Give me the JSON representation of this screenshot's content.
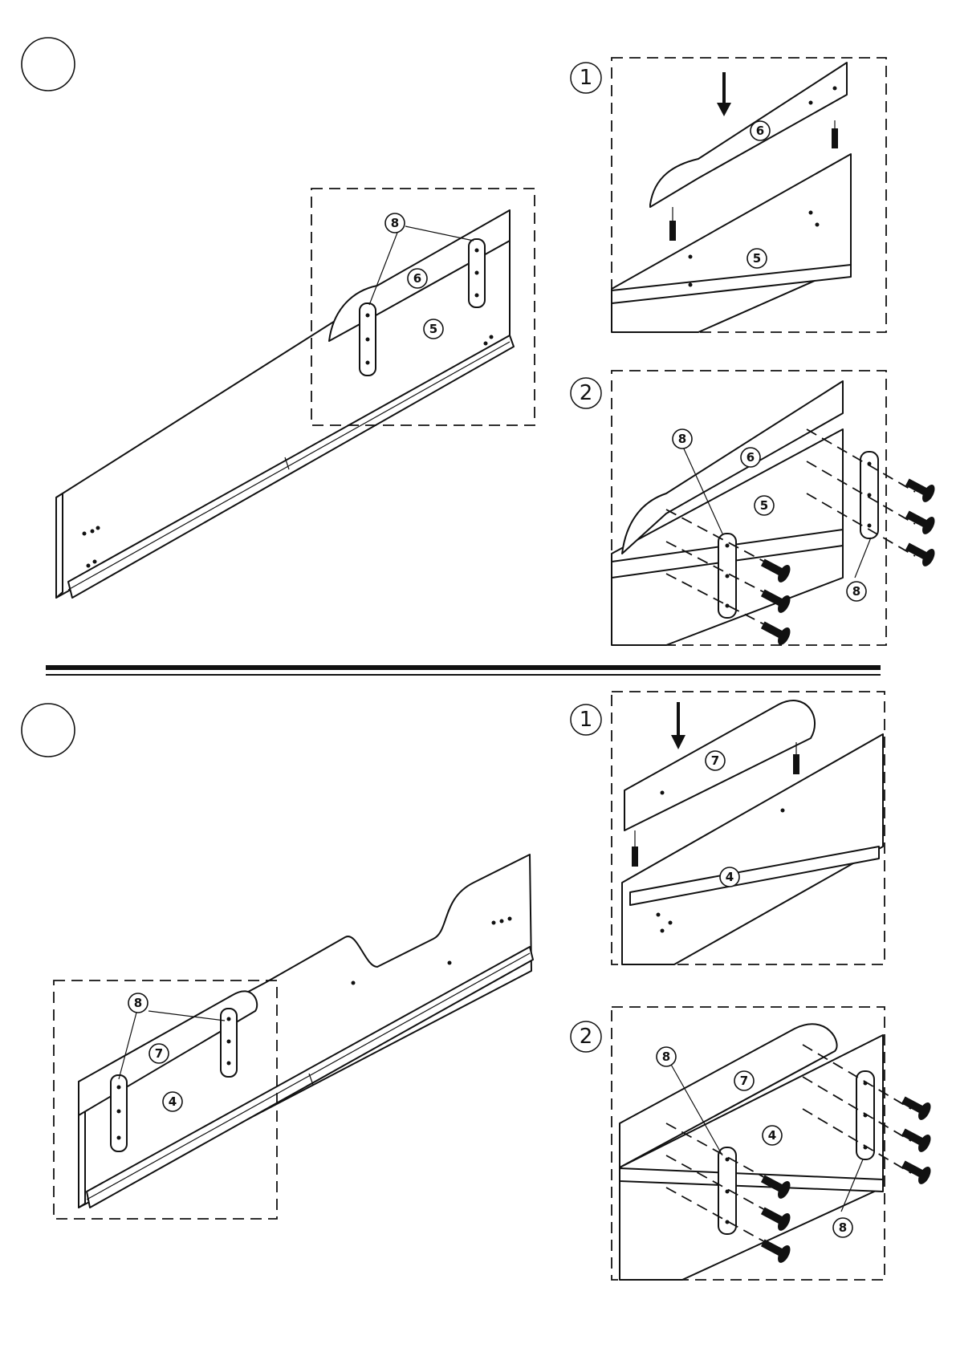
{
  "step_a": {
    "inset_1": "1",
    "inset_2": "2",
    "parts": {
      "rail": "5",
      "cap": "6",
      "bracket": "8"
    }
  },
  "step_b": {
    "inset_1": "1",
    "inset_2": "2",
    "parts": {
      "rail": "4",
      "cap": "7",
      "bracket": "8"
    }
  },
  "colors": {
    "ink": "#111111",
    "paper": "#ffffff"
  },
  "icons": {
    "screw": "screw-icon",
    "arrow": "down-arrow-icon",
    "step_circle": "step-circle-icon"
  }
}
